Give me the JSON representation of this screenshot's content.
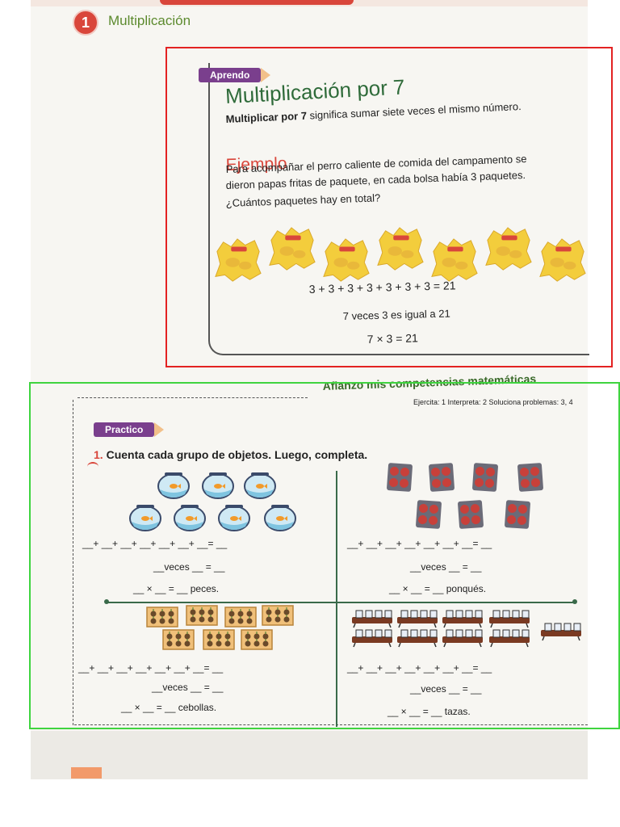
{
  "header": {
    "unit_number": "1",
    "unit_title": "Multiplicación"
  },
  "aprendo": {
    "tag": "Aprendo",
    "title": "Multiplicación por 7",
    "definition_bold": "Multiplicar por 7",
    "definition_rest": " significa sumar siete veces el mismo número.",
    "example_title": "Ejemplo",
    "example_lines": [
      "Para acompañar el perro caliente de comida del campamento se",
      "dieron papas fritas de paquete, en cada bolsa había 3 paquetes.",
      "¿Cuántos paquetes hay en total?"
    ],
    "bag_count": 7,
    "sum_line": "3 + 3 + 3 + 3 + 3 + 3 + 3 = 21",
    "words_line": "7 veces 3 es igual a 21",
    "product_line": "7 × 3 = 21"
  },
  "practico": {
    "section_title": "Afianzo mis competencias matemáticas",
    "skills": "Ejercita: 1  Interpreta: 2  Soluciona problemas: 3, 4",
    "tag": "Practico",
    "question_number": "1.",
    "question_text": "Cuenta cada grupo de objetos. Luego, completa.",
    "quadrants": [
      {
        "sum": "__+ __+ __+ __+ __+ __+ __= __",
        "veces": "__veces __ = __",
        "product": "__ × __ = __ peces."
      },
      {
        "sum": "__+ __+ __+ __+ __+ __+ __= __",
        "veces": "__veces __ = __",
        "product": "__ × __ = __ ponqués."
      },
      {
        "sum": "__+ __+ __+ __+ __+ __+ __= __",
        "veces": "__veces __ = __",
        "product": "__ × __ = __ cebollas."
      },
      {
        "sum": "__+ __+ __+ __+ __+ __+ __= __",
        "veces": "__veces __ = __",
        "product": "__ × __ = __ tazas."
      }
    ],
    "icons": {
      "fishbowl": "fishbowl-icon",
      "cupcake_tray": "cupcake-tray-icon",
      "onion_box": "onion-box-icon",
      "cup_tray": "cup-tray-icon"
    }
  },
  "colors": {
    "accent_red": "#d9463b",
    "title_green": "#2f6b3a",
    "tag_purple": "#7a3f8d",
    "frame_red": "#e32222",
    "frame_green": "#3fd43f"
  }
}
